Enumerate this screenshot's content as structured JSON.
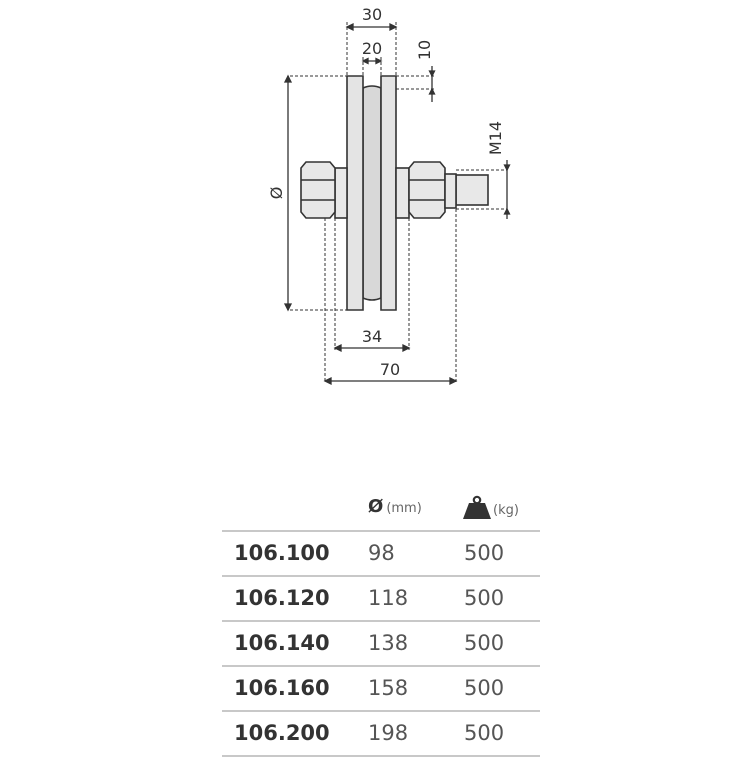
{
  "drawing": {
    "dim_top_outer": "30",
    "dim_top_inner": "20",
    "dim_groove": "10",
    "dim_thread": "M14",
    "dim_diameter": "Ø",
    "dim_hub": "34",
    "dim_total": "70"
  },
  "table": {
    "col_diameter_symbol": "Ø",
    "col_diameter_unit": "(mm)",
    "col_weight_icon": "weight-icon",
    "col_weight_unit": "(kg)",
    "rows": [
      {
        "code": "106.100",
        "diameter": "98",
        "load": "500"
      },
      {
        "code": "106.120",
        "diameter": "118",
        "load": "500"
      },
      {
        "code": "106.140",
        "diameter": "138",
        "load": "500"
      },
      {
        "code": "106.160",
        "diameter": "158",
        "load": "500"
      },
      {
        "code": "106.200",
        "diameter": "198",
        "load": "500"
      }
    ]
  }
}
